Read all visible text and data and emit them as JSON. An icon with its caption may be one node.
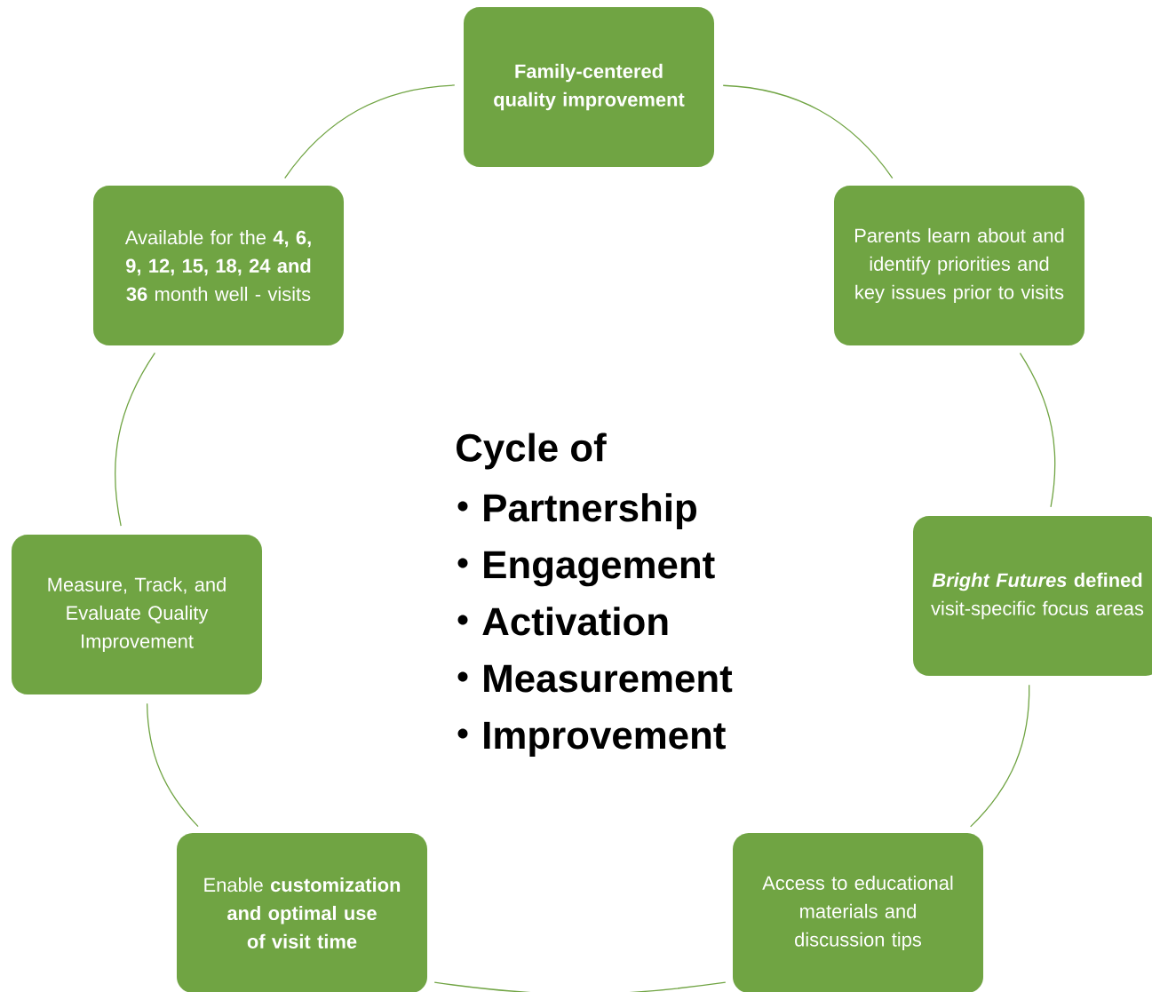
{
  "diagram": {
    "nodes": [
      {
        "text": [
          "Family-centered quality improvement"
        ]
      },
      {
        "text": [
          "Parents  learn about and identify priorities and key issues prior to visits"
        ]
      },
      {
        "text": [
          "***Bright Futures* defined** visit-specific focus areas"
        ]
      },
      {
        "text": [
          "Access to educational materials and discussion tips"
        ]
      },
      {
        "text": [
          "Enable **customization and optimal use of visit time**"
        ]
      },
      {
        "text": [
          "Measure, Track, and Evaluate Quality Improvement"
        ]
      },
      {
        "text": [
          "Available for the **4, 6, 9, 12, 15, 18, 24 and 36** month well - visits"
        ]
      }
    ],
    "edges": [
      {
        "from": 0,
        "to": 1,
        "arrow": "none"
      },
      {
        "from": 1,
        "to": 2,
        "arrow": "none"
      },
      {
        "from": 2,
        "to": 3,
        "arrow": "none"
      },
      {
        "from": 3,
        "to": 4,
        "arrow": "none"
      },
      {
        "from": 4,
        "to": 5,
        "arrow": "none"
      },
      {
        "from": 5,
        "to": 6,
        "arrow": "none"
      },
      {
        "from": 6,
        "to": 0,
        "arrow": "none"
      }
    ],
    "labels": [
      "Cycle of",
      "Partnership",
      "Engagement",
      "Activation",
      "Measurement",
      "Improvement"
    ]
  }
}
